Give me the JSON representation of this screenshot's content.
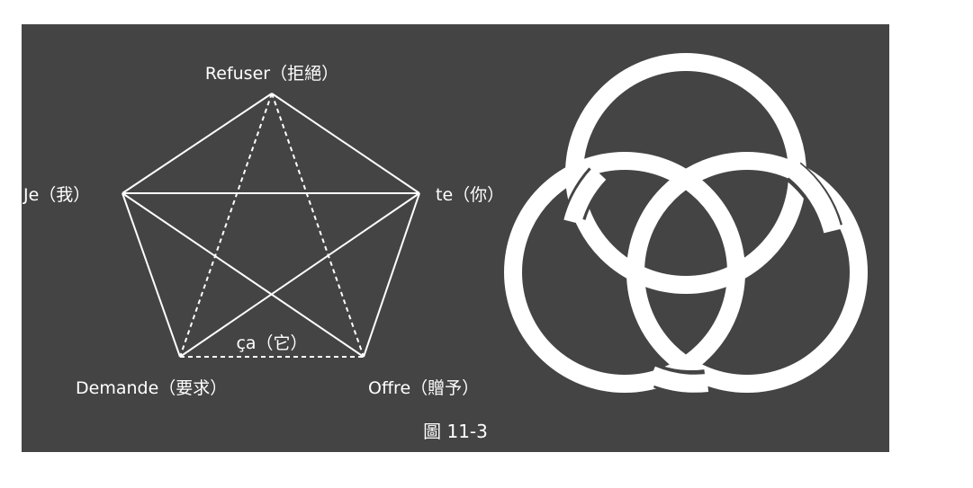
{
  "colors": {
    "background": "#444444",
    "lines": "#ffffff"
  },
  "pentagon": {
    "labels": {
      "top": "Refuser（拒絕）",
      "left": "Je（我）",
      "right": "te（你）",
      "center_bottom": "ça（它）",
      "bottom_left": "Demande（要求）",
      "bottom_right": "Offre（贈予）"
    }
  },
  "rings": {
    "shape": "borromean-rings",
    "count": 3
  },
  "caption": "圖 11-3"
}
